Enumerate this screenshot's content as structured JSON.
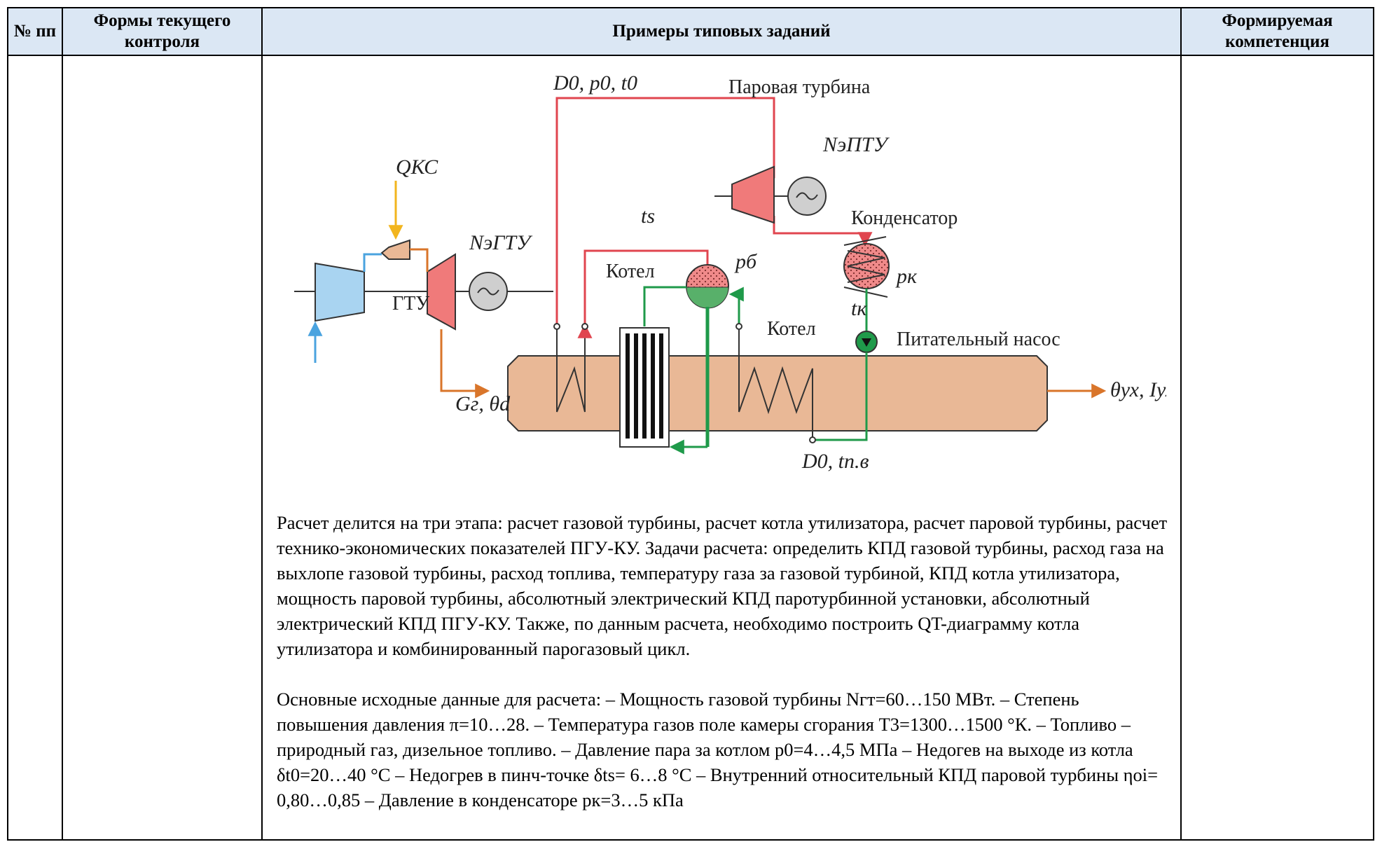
{
  "table": {
    "headers": [
      "№ пп",
      "Формы текущего контроля",
      "Примеры типовых заданий",
      "Формируемая компетенция"
    ]
  },
  "diagram": {
    "labels": {
      "steam_turbine": "Паровая турбина",
      "condenser": "Конденсатор",
      "boiler_top": "Котел",
      "boiler_right": "Котел",
      "feed_pump": "Питательный насос",
      "gtu": "ГТУ",
      "steam_params": "D0, p0, t0",
      "q_ks": "QКС",
      "n_gtu": "NэГТУ",
      "n_ptu": "NэПТУ",
      "ts": "ts",
      "pb": "pб",
      "pk": "pк",
      "tk": "tк",
      "gas_in": "Gг, θd",
      "gas_out": "θух, Iух",
      "feed_water": "D0, tп.в"
    },
    "colors": {
      "steam": "#e0454f",
      "water": "#1f9a4a",
      "gas": "#d9752a",
      "fuel": "#f2b51e",
      "air": "#4aa3df",
      "boiler_body": "#e9b896",
      "compressor": "#a9d4f1",
      "turbine": "#f07a7a"
    }
  },
  "content": {
    "paragraph1": "Расчет делится на три этапа: расчет газовой турбины, расчет котла утилизатора, расчет паровой турбины, расчет технико-экономических показателей ПГУ-КУ. Задачи расчета: определить КПД газовой турбины, расход газа на выхлопе газовой турбины, расход топлива, температуру газа за газовой турбиной, КПД котла утилизатора, мощность паровой турбины, абсолютный электрический КПД паротурбинной установки, абсолютный электрический КПД ПГУ-КУ. Также, по данным расчета, необходимо построить QT-диаграмму котла утилизатора и комбинированный парогазовый цикл.",
    "paragraph2": "Основные исходные данные для расчета: – Мощность газовой турбины Nгт=60…150 МВт. – Степень повышения давления π=10…28. – Температура газов поле камеры сгорания Т3=1300…1500 °К. – Топливо – природный газ, дизельное топливо. – Давление пара за котлом р0=4…4,5 МПа – Недогев на выходе из котла δt0=20…40 °С – Недогрев в пинч-точке δts= 6…8 °С – Внутренний относительный КПД паровой турбины ηoi= 0,80…0,85 – Давление в конденсаторе рк=3…5 кПа"
  }
}
